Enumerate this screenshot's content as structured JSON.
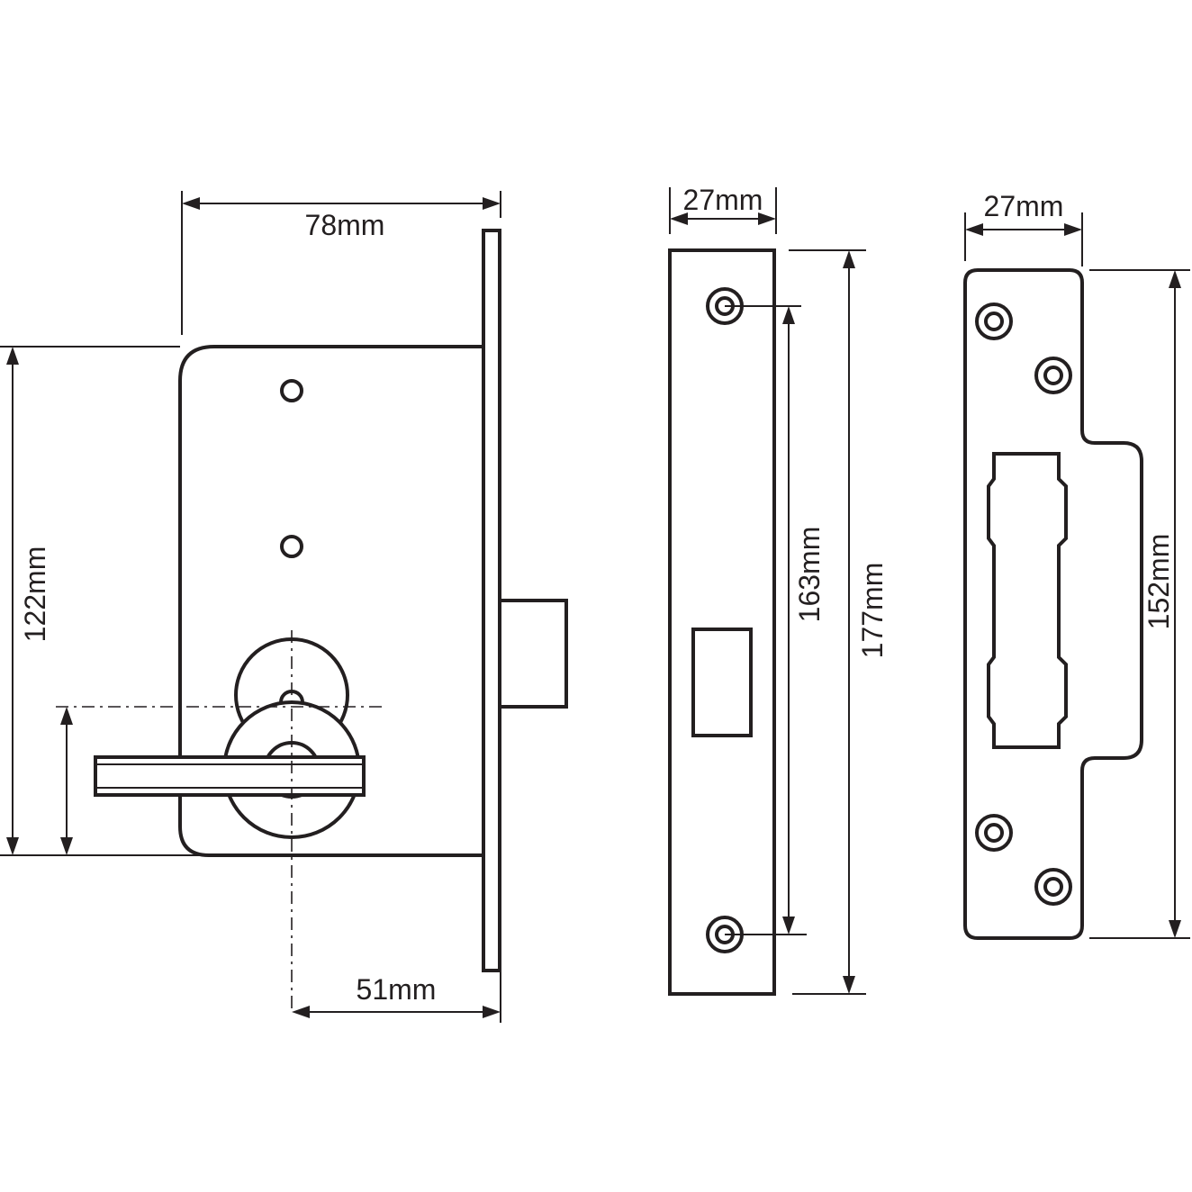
{
  "dimensions": {
    "lock_case_width": "78mm",
    "lock_case_height": "122mm",
    "backset": "51mm",
    "forend_width": "27mm",
    "forend_fixing_centres": "163mm",
    "forend_length": "177mm",
    "strike_width": "27mm",
    "strike_length": "152mm"
  }
}
